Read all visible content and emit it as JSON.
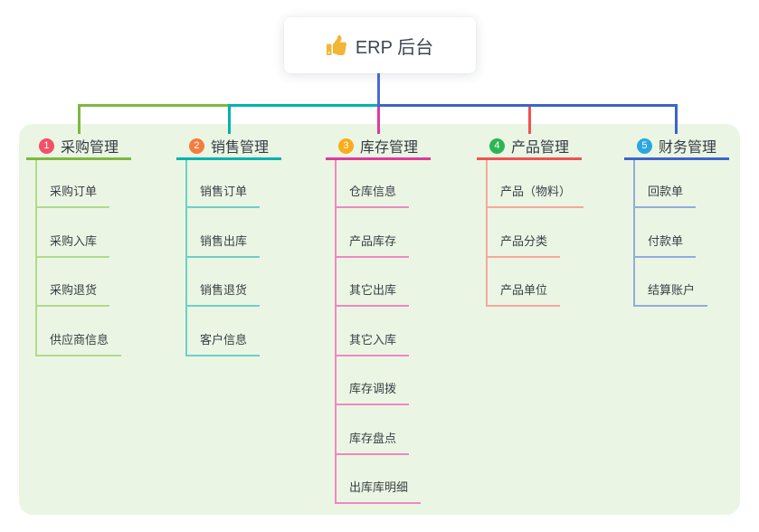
{
  "root": {
    "label": "ERP 后台",
    "icon": "thumbs-up-icon"
  },
  "branches": [
    {
      "number": "1",
      "label": "采购管理",
      "badge_color": "#f25167",
      "line_color": "#7cb940",
      "child_line_color": "#b3d98c",
      "children": [
        "采购订单",
        "采购入库",
        "采购退货",
        "供应商信息"
      ]
    },
    {
      "number": "2",
      "label": "销售管理",
      "badge_color": "#f37d3e",
      "line_color": "#00b3ac",
      "child_line_color": "#6fcfc8",
      "children": [
        "销售订单",
        "销售出库",
        "销售退货",
        "客户信息"
      ]
    },
    {
      "number": "3",
      "label": "库存管理",
      "badge_color": "#fbac1b",
      "line_color": "#df3a9e",
      "child_line_color": "#f087c4",
      "children": [
        "仓库信息",
        "产品库存",
        "其它出库",
        "其它入库",
        "库存调拨",
        "库存盘点",
        "出库库明细"
      ]
    },
    {
      "number": "4",
      "label": "产品管理",
      "badge_color": "#2eb553",
      "line_color": "#f25150",
      "child_line_color": "#f8a6a0",
      "children": [
        "产品（物料）",
        "产品分类",
        "产品单位"
      ]
    },
    {
      "number": "5",
      "label": "财务管理",
      "badge_color": "#2aa7e1",
      "line_color": "#3d64cc",
      "child_line_color": "#94aade",
      "children": [
        "回款单",
        "付款单",
        "结算账户"
      ]
    }
  ],
  "colors": {
    "canvas_bg": "#ffffff",
    "panel_bg": "#eaf6e3",
    "root_line": "#4c69d6",
    "icon_color": "#f2b636"
  }
}
